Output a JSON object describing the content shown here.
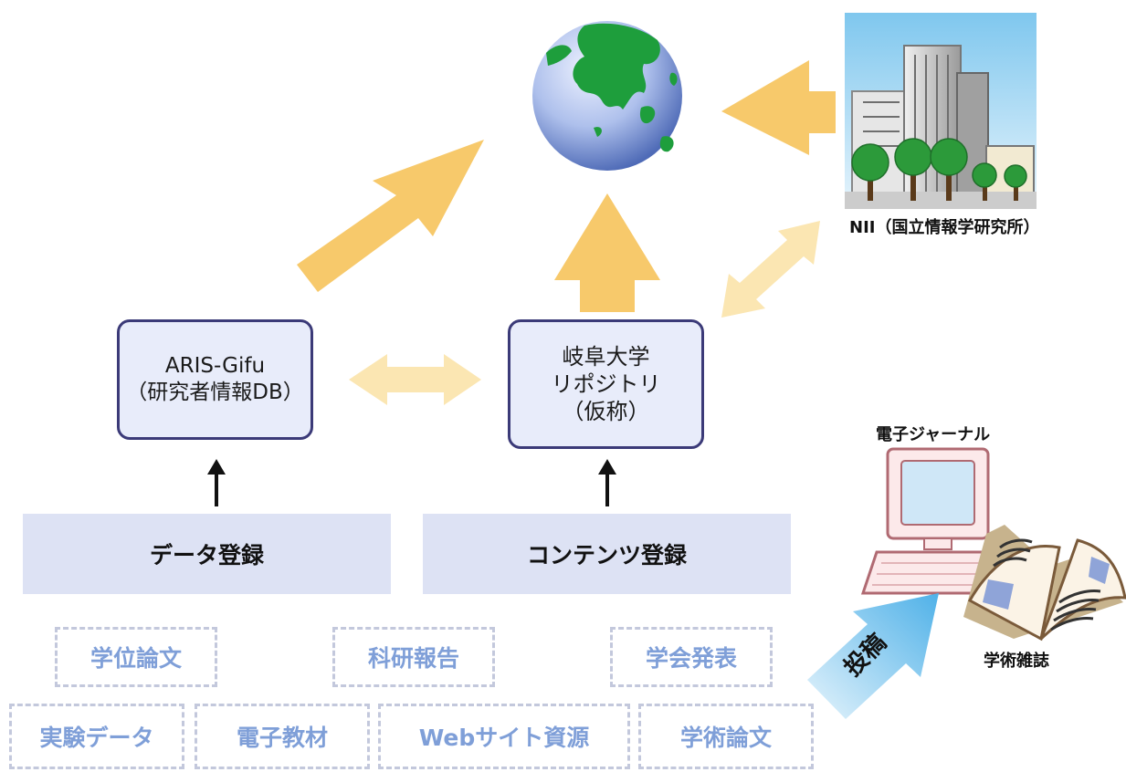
{
  "boxes": {
    "aris": {
      "line1": "ARIS-Gifu",
      "line2": "（研究者情報DB）"
    },
    "repository": {
      "line1": "岐阜大学",
      "line2": "リポジトリ",
      "line3": "（仮称）"
    }
  },
  "bars": {
    "data_registration": "データ登録",
    "content_registration": "コンテンツ登録"
  },
  "sources": [
    "学位論文",
    "科研報告",
    "学会発表",
    "実験データ",
    "電子教材",
    "Webサイト資源",
    "学術論文"
  ],
  "labels": {
    "nii": "NII（国立情報学研究所）",
    "ejournal": "電子ジャーナル",
    "journal": "学術雑誌",
    "submission": "投稿"
  },
  "colors": {
    "arrow_main": "#f7c96b",
    "arrow_light": "#fbe6b2",
    "box_fill": "#e8ecfa",
    "box_border": "#3b3a78",
    "bar_fill": "#dde2f4",
    "tag_text": "#7f9fd8",
    "tag_border": "#c3c8dc"
  },
  "icons": [
    "globe-icon",
    "building-icon",
    "computer-icon",
    "book-icon"
  ]
}
